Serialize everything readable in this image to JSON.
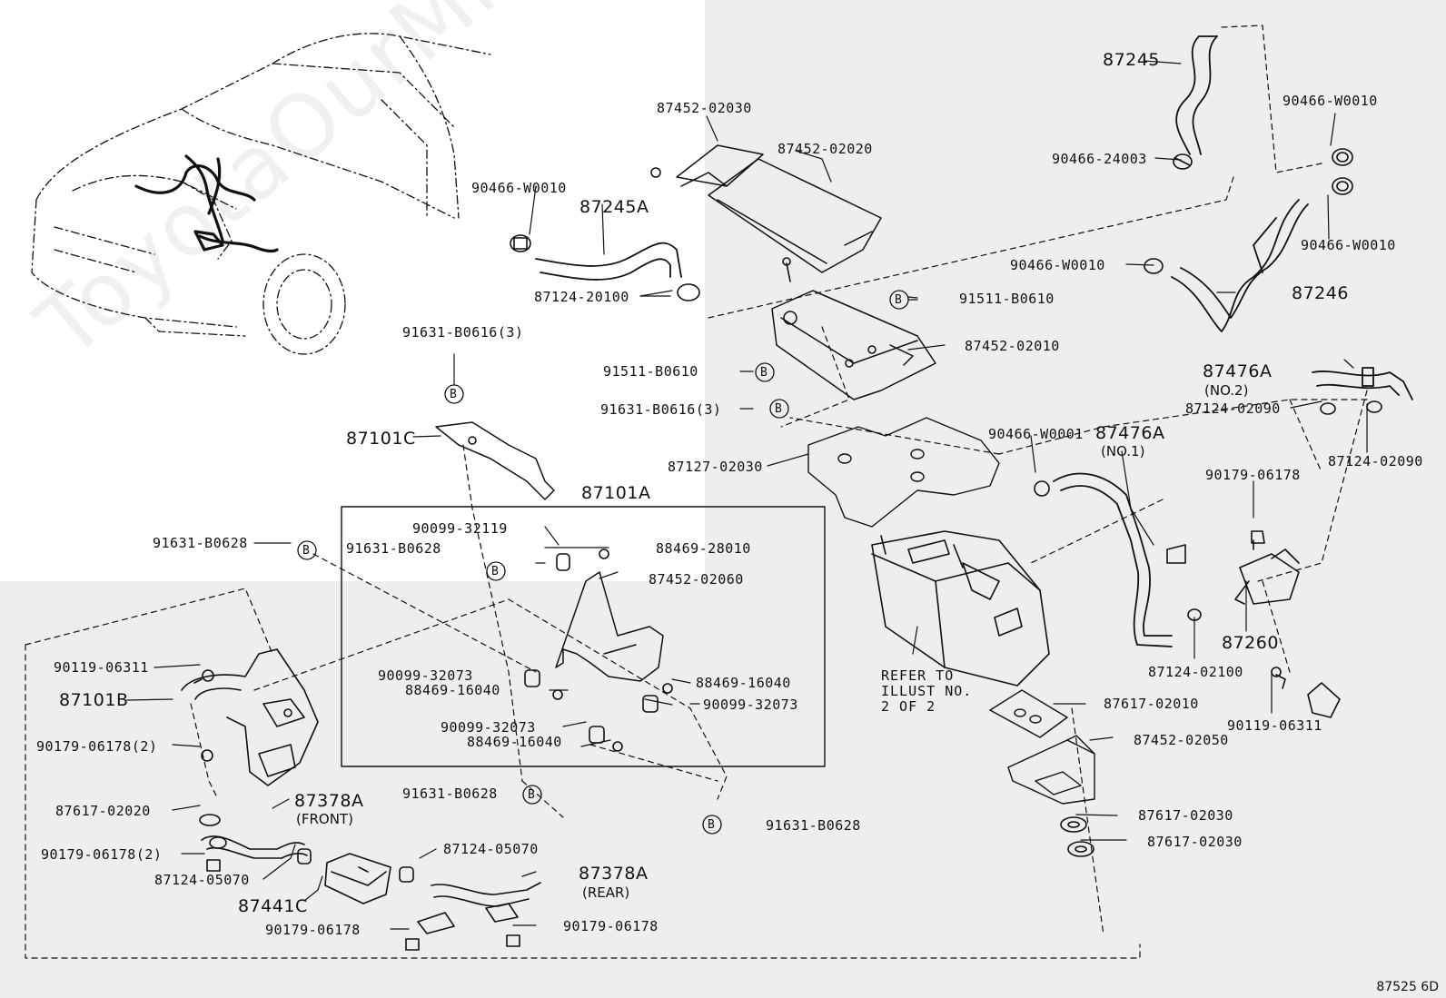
{
  "watermark": "ToyotaOurMine.ru",
  "figure_code": "87525 6D",
  "bolt_marker": "B",
  "labels": {
    "p87245": "87245",
    "p90466_w0010_a": "90466-W0010",
    "p87452_02030": "87452-02030",
    "p87452_02020": "87452-02020",
    "p90466_w0010_b": "90466-W0010",
    "p87245a": "87245A",
    "p90466_24003": "90466-24003",
    "p90466_w0010_c": "90466-W0010",
    "p90466_w0010_d": "90466-W0010",
    "p87124_20100": "87124-20100",
    "p91511_b0610_a": "91511-B0610",
    "p87246": "87246",
    "p91631_b0616_a": "91631-B0616(3)",
    "p87452_02010": "87452-02010",
    "p87476a_no2": "87476A",
    "no2": "(NO.2)",
    "p91511_b0610_b": "91511-B0610",
    "p87124_02090_a": "87124-02090",
    "p91631_b0616_b": "91631-B0616(3)",
    "p90466_w0001": "90466-W0001",
    "p87476a_no1": "87476A",
    "no1": "(NO.1)",
    "p87124_02090_b": "87124-02090",
    "p87101c": "87101C",
    "p87127_02030": "87127-02030",
    "p90179_06178_a": "90179-06178",
    "p87101a": "87101A",
    "p90099_32119": "90099-32119",
    "p91631_b0628_a": "91631-B0628",
    "p91631_b0628_b": "91631-B0628",
    "p88469_28010": "88469-28010",
    "p87452_02060": "87452-02060",
    "p87260": "87260",
    "p90119_06311_a": "90119-06311",
    "p87124_02100": "87124-02100",
    "p90099_32073_a": "90099-32073",
    "p88469_16040_a": "88469-16040",
    "p88469_16040_b": "88469-16040",
    "p87101b": "87101B",
    "p90099_32073_b": "90099-32073",
    "p87617_02010": "87617-02010",
    "p90119_06311_b": "90119-06311",
    "p90099_32073_c": "90099-32073",
    "p87452_02050": "87452-02050",
    "p90179_06178_b": "90179-06178(2)",
    "p88469_16040_c": "88469-16040",
    "p91631_b0628_c": "91631-B0628",
    "p91631_b0628_d": "91631-B0628",
    "p87617_02020": "87617-02020",
    "p87378a_front": "87378A",
    "front": "(FRONT)",
    "p87617_02030_a": "87617-02030",
    "p87617_02030_b": "87617-02030",
    "p90179_06178_c": "90179-06178(2)",
    "p87124_05070_a": "87124-05070",
    "p87124_05070_b": "87124-05070",
    "p87378a_rear": "87378A",
    "rear": "(REAR)",
    "p87441c": "87441C",
    "p90179_06178_d": "90179-06178",
    "p90179_06178_e": "90179-06178"
  },
  "refer_note": "REFER TO\nILLUST NO.\n2 OF 2"
}
